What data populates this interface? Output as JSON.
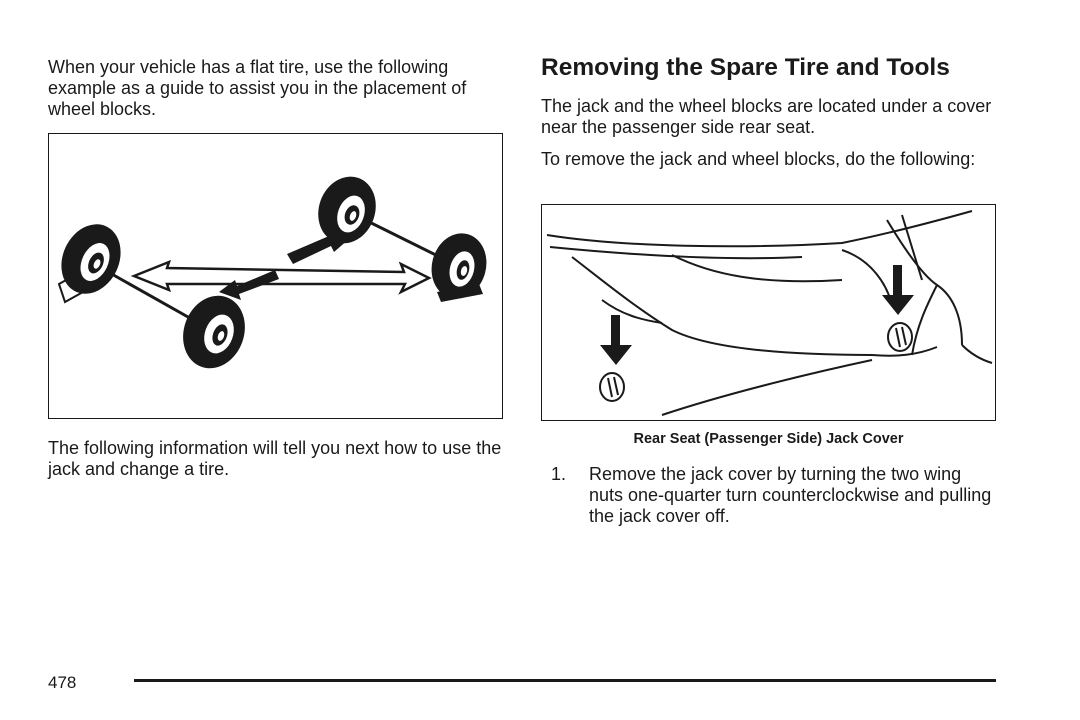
{
  "left_column": {
    "intro": "When your vehicle has a flat tire, use the following example as a guide to assist you in the placement of wheel blocks.",
    "outro": "The following information will tell you next how to use the jack and change a tire."
  },
  "right_column": {
    "heading": "Removing the Spare Tire and Tools",
    "para1": "The jack and the wheel blocks are located under a cover near the passenger side rear seat.",
    "para2": "To remove the jack and wheel blocks, do the following:",
    "caption": "Rear Seat (Passenger Side) Jack Cover",
    "steps": [
      {
        "number": "1.",
        "text": "Remove the jack cover by turning the two wing nuts one-quarter turn counterclockwise and pulling the jack cover off."
      }
    ]
  },
  "footer": {
    "page_number": "478"
  }
}
